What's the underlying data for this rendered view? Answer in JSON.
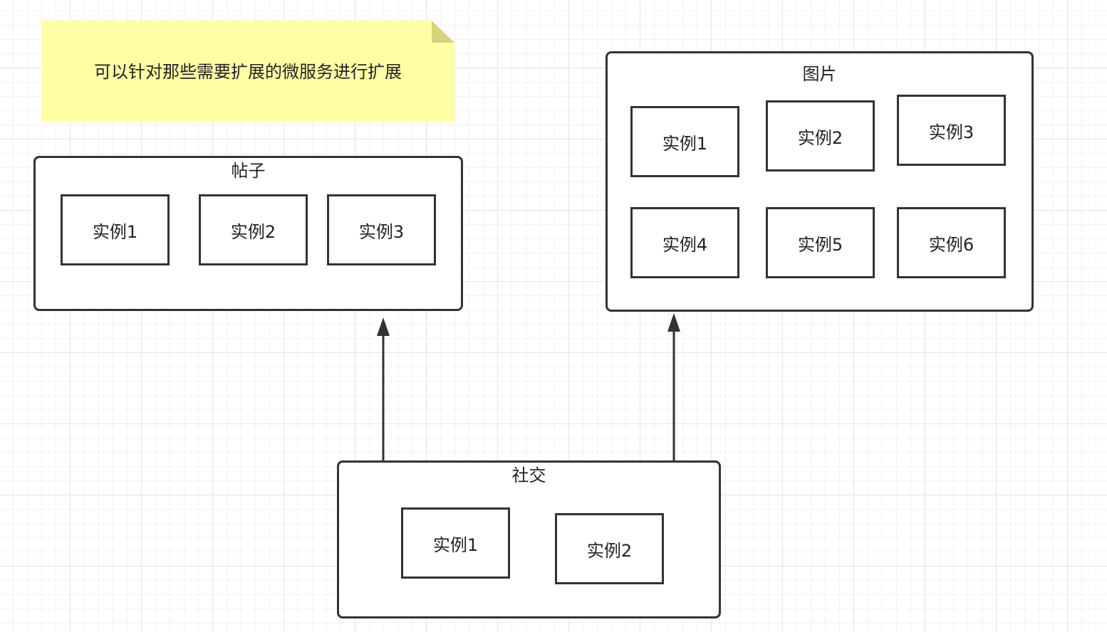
{
  "note": {
    "text": "可以针对那些需要扩展的微服务进行扩展"
  },
  "containers": {
    "posts": {
      "title": "帖子",
      "instances": [
        "实例1",
        "实例2",
        "实例3"
      ]
    },
    "images": {
      "title": "图片",
      "instances": [
        "实例1",
        "实例2",
        "实例3",
        "实例4",
        "实例5",
        "实例6"
      ]
    },
    "social": {
      "title": "社交",
      "instances": [
        "实例1",
        "实例2"
      ]
    }
  },
  "connections": [
    {
      "from": "social",
      "to": "posts"
    },
    {
      "from": "social",
      "to": "images"
    }
  ],
  "colors": {
    "note_fill": "#ffffa6",
    "note_fold": "#d4d47a",
    "stroke": "#333333",
    "grid": "#e4e4e4"
  }
}
